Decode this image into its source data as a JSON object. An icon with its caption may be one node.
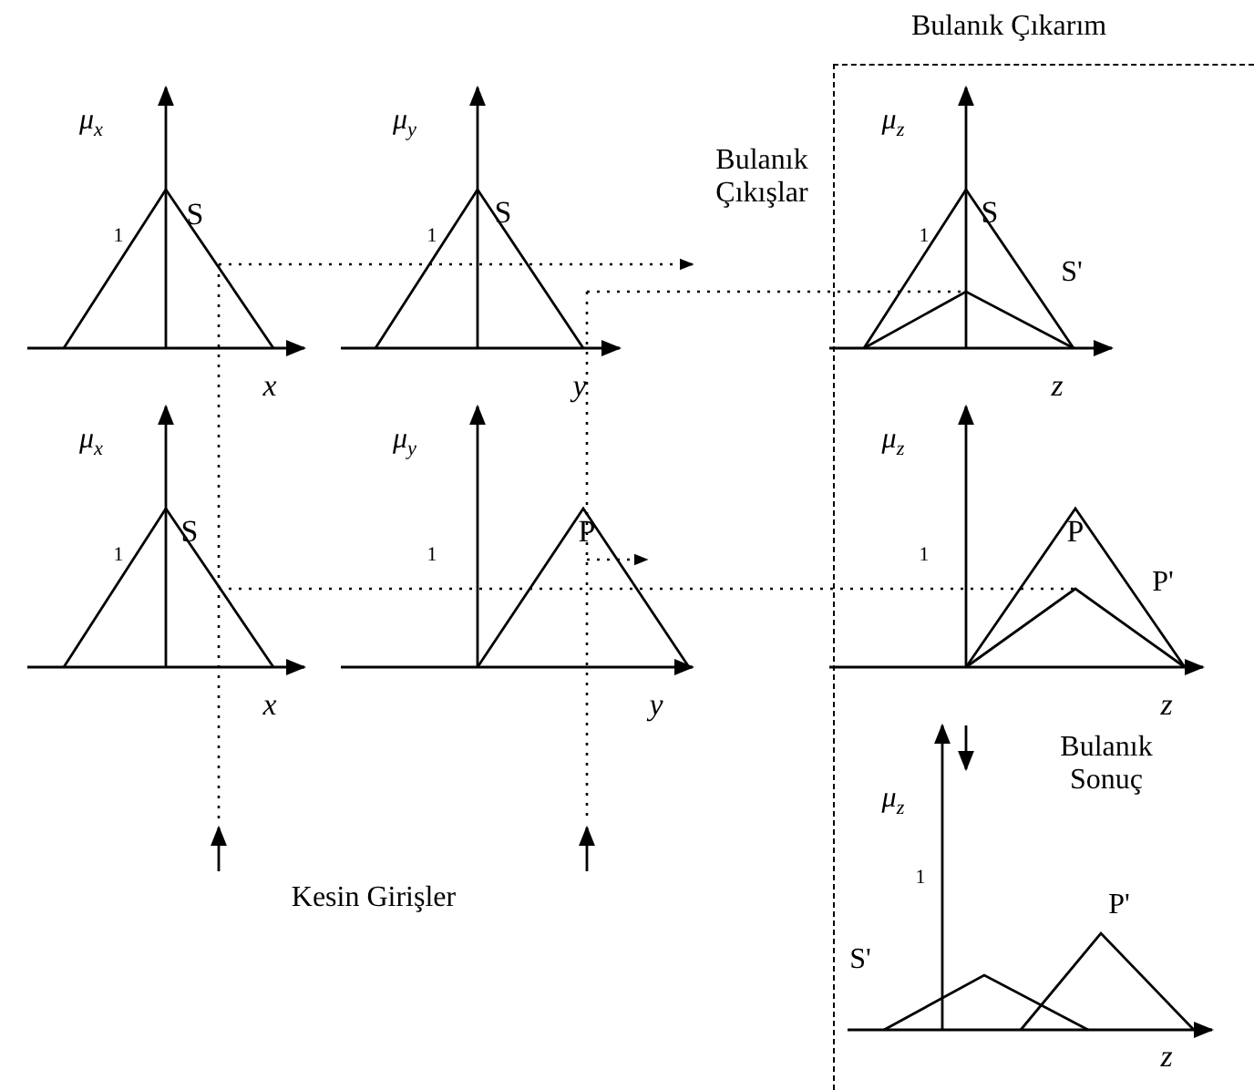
{
  "diagram": {
    "nodes": [
      {
        "text": [
          "Bulanık Çıkarım"
        ]
      }
    ],
    "edges": [],
    "labels": [
      "μ$_{x}$",
      "μ$_{y}$",
      "μ$_{z}$",
      "1",
      "S",
      "1",
      "S",
      "Bulanık Çıkışlar",
      "1",
      "S",
      "S'",
      "x",
      "y",
      "z",
      "μ$_{x}$",
      "μ$_{y}$",
      "μ$_{z}$",
      "1",
      "S",
      "1",
      "P",
      "1",
      "P",
      "P'",
      "x",
      "y",
      "z",
      "Kesin Girişler",
      "Bulanık Sonuç",
      "μ$_{z}$",
      "1",
      "P'",
      "S'",
      "z"
    ]
  }
}
